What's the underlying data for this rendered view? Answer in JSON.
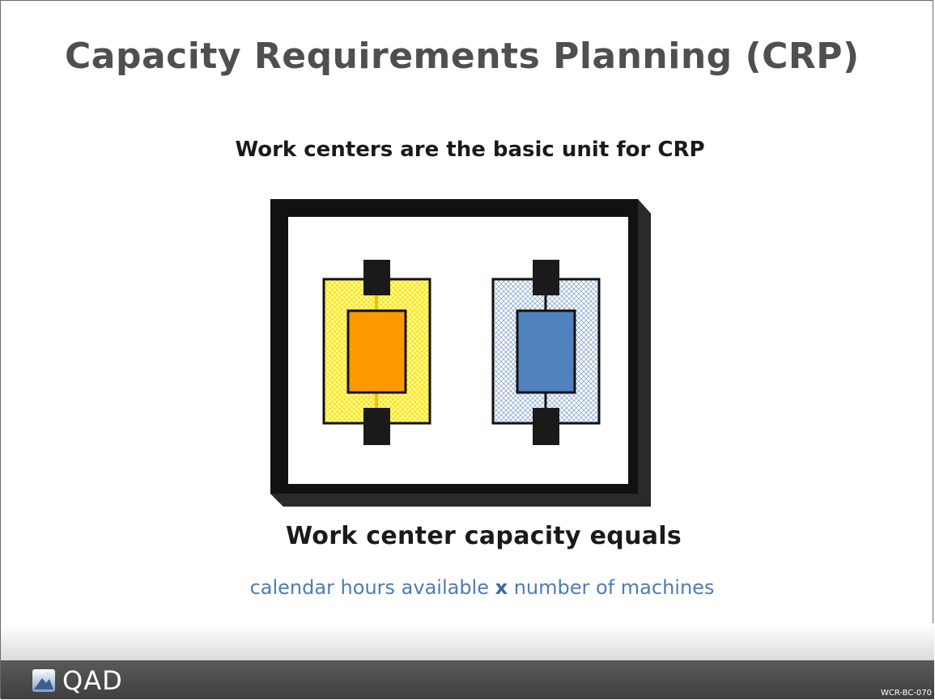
{
  "slide": {
    "title": "Capacity Requirements Planning (CRP)",
    "subtitle": "Work centers are the basic unit for CRP",
    "capacity_heading": "Work center capacity equals",
    "formula": {
      "left": "calendar hours available ",
      "operator": "x",
      "right": " number of machines"
    }
  },
  "illustration": {
    "frame_color": "#111111",
    "machines": [
      {
        "name": "machine-yellow",
        "outer_color": "#ffee33",
        "inner_color": "#ff9900"
      },
      {
        "name": "machine-blue",
        "outer_color": "#b8cce4",
        "inner_color": "#4f81bd"
      }
    ]
  },
  "footer": {
    "logo_text": "QAD",
    "logo_icon": "qad-logo-icon",
    "slide_code": "WCR-BC-070"
  }
}
